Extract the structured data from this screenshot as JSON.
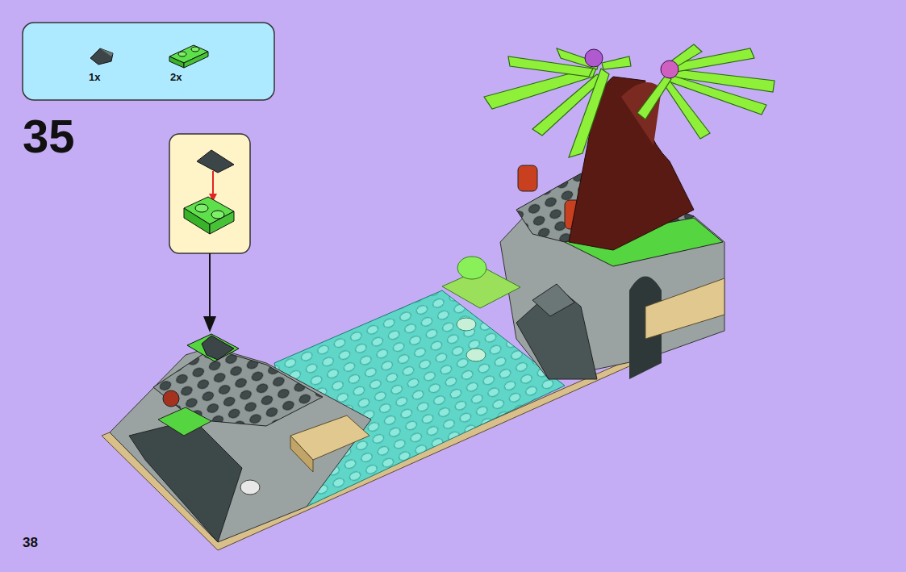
{
  "diagram": {
    "nodes": [
      {
        "text": [
          "1x",
          "2x"
        ]
      }
    ],
    "labels": [
      "35",
      "38"
    ]
  }
}
